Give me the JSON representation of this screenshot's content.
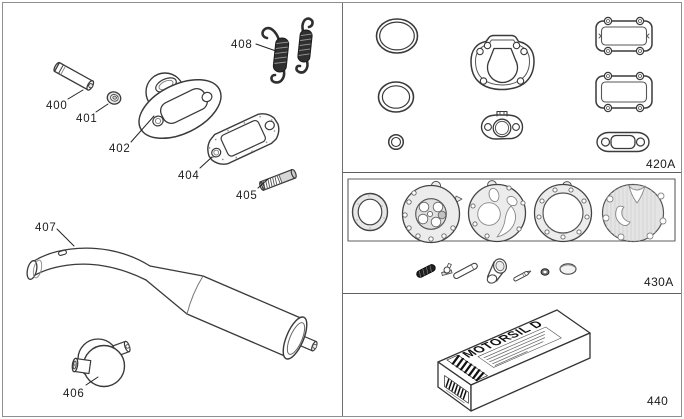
{
  "colors": {
    "background": "#ffffff",
    "outer_border": "#8f8f8f",
    "divider": "#5f5f5f",
    "line_art": "#3a3a3a",
    "label_text": "#1c1c1c"
  },
  "left_panel": {
    "callouts": [
      {
        "label": "400"
      },
      {
        "label": "401"
      },
      {
        "label": "402"
      },
      {
        "label": "404"
      },
      {
        "label": "405"
      },
      {
        "label": "406"
      },
      {
        "label": "407"
      },
      {
        "label": "408"
      }
    ]
  },
  "right_panels": {
    "gasket_set": {
      "code": "420A"
    },
    "carb_kit": {
      "code": "430A"
    },
    "sealant_kit": {
      "code": "440",
      "product_name": "MOTORSIL D"
    }
  }
}
